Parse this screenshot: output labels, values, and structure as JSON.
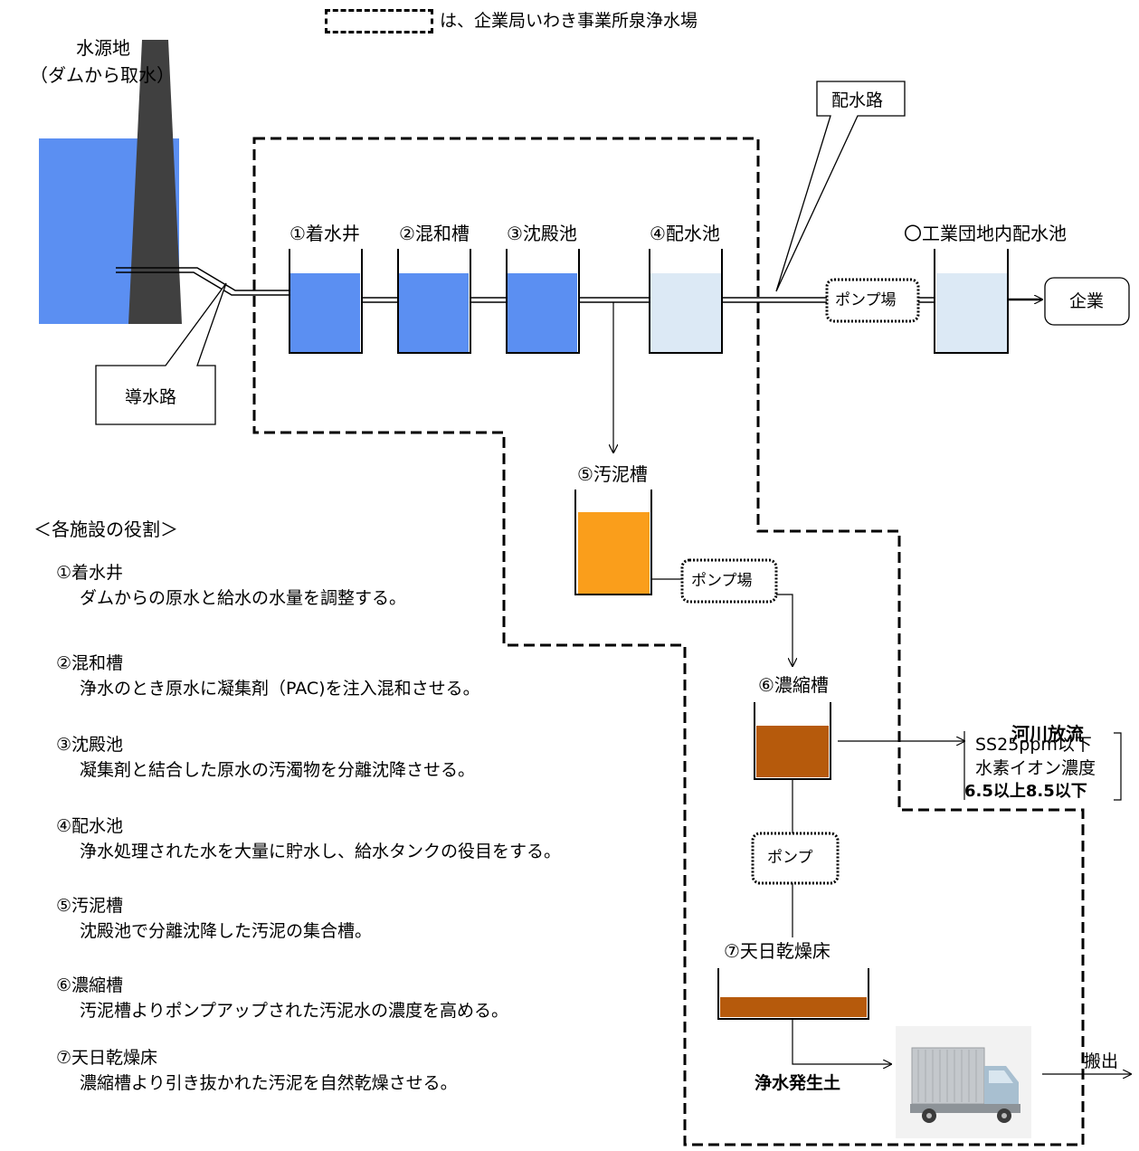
{
  "legend": {
    "text": "は、企業局いわき事業所泉浄水場"
  },
  "source": {
    "title": "水源地",
    "subtitle": "（ダムから取水）",
    "canal_label": "導水路"
  },
  "distribution_channel_label": "配水路",
  "tanks": [
    {
      "id": "1",
      "label": "①着水井"
    },
    {
      "id": "2",
      "label": "②混和槽"
    },
    {
      "id": "3",
      "label": "③沈殿池"
    },
    {
      "id": "4",
      "label": "④配水池"
    },
    {
      "id": "5",
      "label": "⑤汚泥槽"
    },
    {
      "id": "6",
      "label": "⑥濃縮槽"
    },
    {
      "id": "7",
      "label": "⑦天日乾燥床"
    }
  ],
  "industrial_reservoir": {
    "label": "〇工業団地内配水池"
  },
  "pumps": {
    "pump_station_1": "ポンプ場",
    "pump_station_2": "ポンプ場",
    "pump": "ポンプ"
  },
  "company": "企業",
  "river": {
    "title": "河川放流",
    "lines": [
      "SS25ppm以下",
      "水素イオン濃度",
      "6.5以上8.5以下"
    ]
  },
  "outputs": {
    "soil": "浄水発生土",
    "carry_out": "搬出"
  },
  "roles": {
    "heading": "＜各施設の役割＞",
    "items": [
      {
        "name": "①着水井",
        "desc": "ダムからの原水と給水の水量を調整する。"
      },
      {
        "name": "②混和槽",
        "desc": "浄水のとき原水に凝集剤（PAC)を注入混和させる。"
      },
      {
        "name": "③沈殿池",
        "desc": "凝集剤と結合した原水の汚濁物を分離沈降させる。"
      },
      {
        "name": "④配水池",
        "desc": "浄水処理された水を大量に貯水し、給水タンクの役目をする。"
      },
      {
        "name": "⑤汚泥槽",
        "desc": "沈殿池で分離沈降した汚泥の集合槽。"
      },
      {
        "name": "⑥濃縮槽",
        "desc": "汚泥槽よりポンプアップされた汚泥水の濃度を高める。"
      },
      {
        "name": "⑦天日乾燥床",
        "desc": "濃縮槽より引き抜かれた汚泥を自然乾燥させる。"
      }
    ]
  },
  "colors": {
    "water": "#5b8ff2",
    "treated": "#dce9f5",
    "sludge": "#fa9e1b",
    "thick": "#b65a0c",
    "dam": "#404040",
    "truck": "#a8bfd0"
  }
}
